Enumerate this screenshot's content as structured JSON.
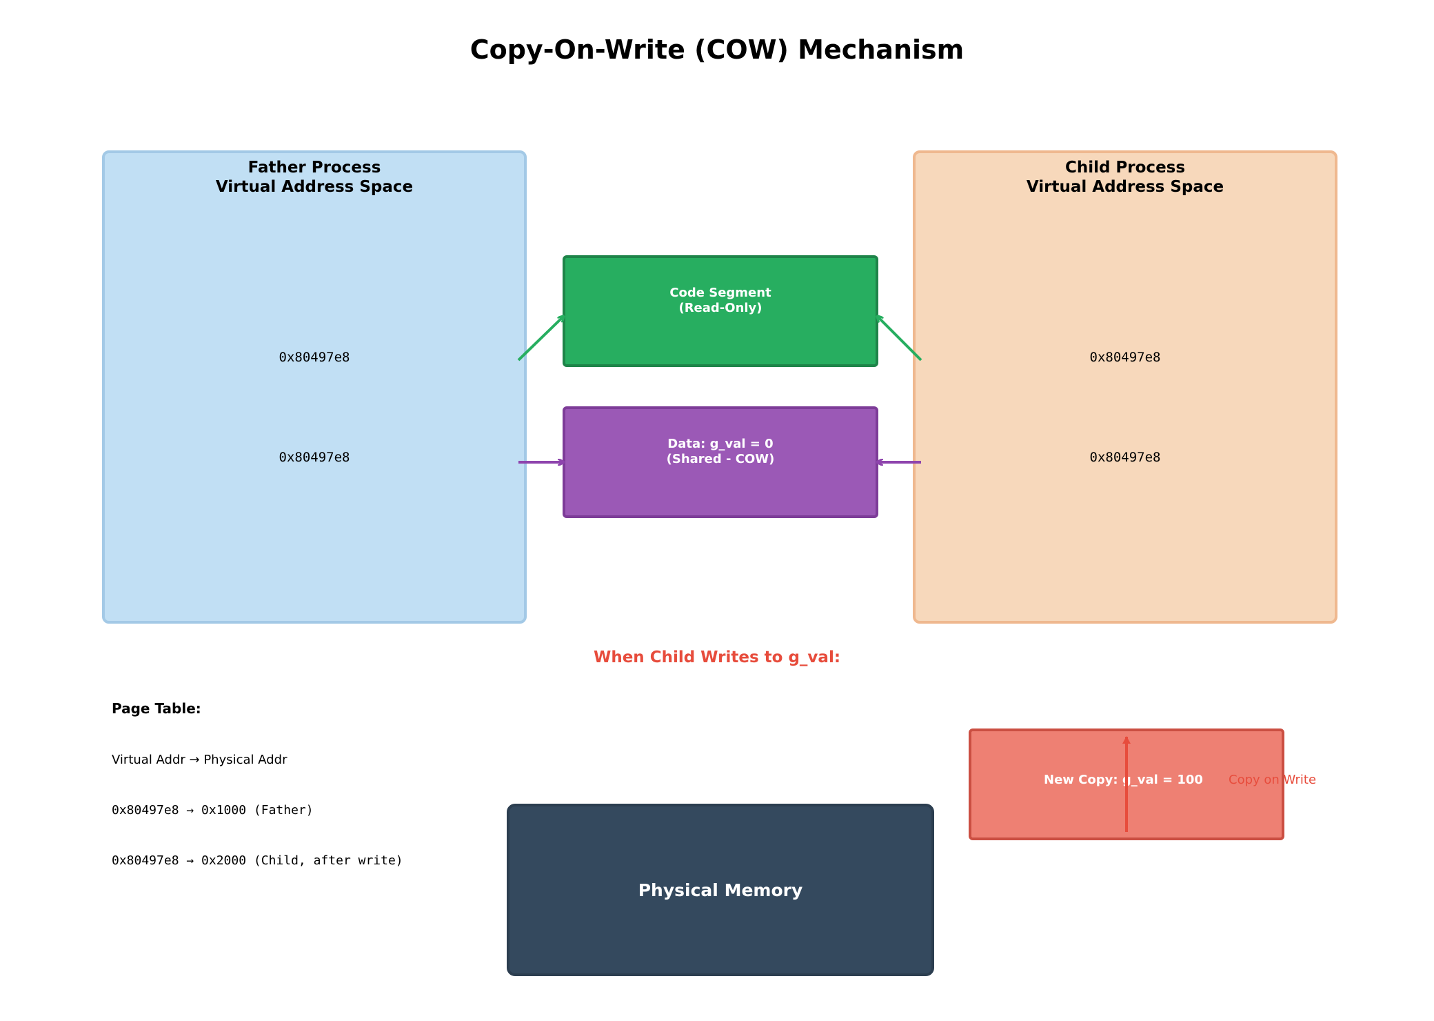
{
  "title": "Copy-On-Write (COW) Mechanism",
  "father": {
    "title_line1": "Father Process",
    "title_line2": "Virtual Address Space",
    "code_addr": "0x80497e8",
    "data_addr": "0x80497e8"
  },
  "child": {
    "title_line1": "Child Process",
    "title_line2": "Virtual Address Space",
    "code_addr": "0x80497e8",
    "data_addr": "0x80497e8"
  },
  "code_segment": {
    "line1": "Code Segment",
    "line2": "(Read-Only)"
  },
  "data_segment": {
    "line1": "Data: g_val = 0",
    "line2": "(Shared - COW)"
  },
  "when_text": "When Child Writes to g_val:",
  "page_table": {
    "title": "Page Table:",
    "header": "Virtual Addr → Physical Addr",
    "row1": "0x80497e8 → 0x1000 (Father)",
    "row2": "0x80497e8 → 0x2000 (Child, after write)"
  },
  "physical_memory": "Physical Memory",
  "new_copy": "New Copy: g_val = 100",
  "copy_on_write_label": "Copy on Write",
  "colors": {
    "father_fill": "#c1dff4",
    "child_fill": "#f7d8bb",
    "code_segment": "#27ae60",
    "data_segment": "#9b59b6",
    "physical_memory": "#34495e",
    "new_copy": "#ee8073",
    "accent_red": "#e74c3c"
  }
}
